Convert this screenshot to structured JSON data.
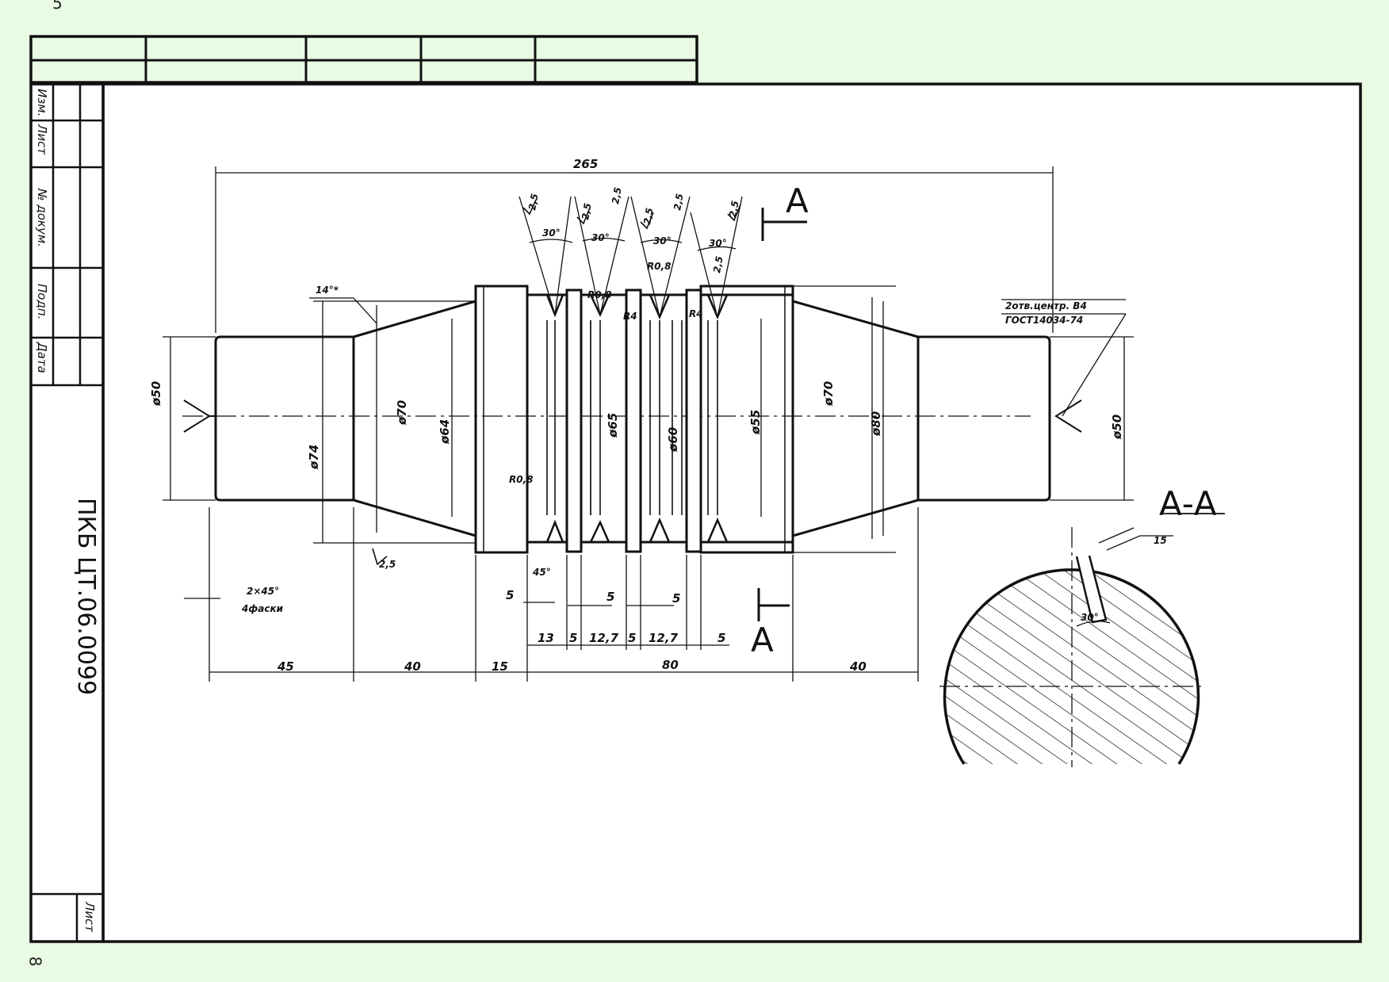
{
  "corner_marks": {
    "top": "5",
    "bottom": "8"
  },
  "side_strip": {
    "labels": [
      "Изм.",
      "Лист",
      "№ докум.",
      "Подп.",
      "Дата"
    ],
    "document_code": "ПКБ ЦТ.06.0099",
    "sheet_label": "Лист"
  },
  "drawing": {
    "dimensions": {
      "overall_length": "265",
      "seg_45": "45",
      "seg_40_left": "40",
      "seg_15": "15",
      "seg_80": "80",
      "seg_40_right": "40",
      "g_13": "13",
      "g_5a": "5",
      "g_12_7a": "12,7",
      "g_5b": "5",
      "g_12_7b": "12,7",
      "g_5c": "5",
      "g_5d": "5",
      "g_5e": "5",
      "g_5f": "5"
    },
    "diameters": {
      "d50_left": "ø50",
      "d74": "ø74",
      "d70_left": "ø70",
      "d64": "ø64",
      "d65": "ø65",
      "d60": "ø60",
      "d55": "ø55",
      "d70_right": "ø70",
      "d80": "ø80",
      "d50_right": "ø50"
    },
    "angles": [
      "30°",
      "30°",
      "30°",
      "30°"
    ],
    "radii": {
      "r08_a": "R0,8",
      "r08_b": "R0,8",
      "r08_c": "R0,8",
      "r4_a": "R4",
      "r4_b": "R4"
    },
    "roughness": [
      "2,5",
      "2,5",
      "2,5",
      "2,5",
      "2,5",
      "2,5",
      "2,5",
      "2,5"
    ],
    "notes": {
      "taper_label": "14°*",
      "chamfer_value": "2×45°",
      "chamfer_word": "4фаски",
      "chamfer_45": "45°",
      "centre_holes_line1": "2отв.центр. В4",
      "centre_holes_line2": "ГОСТ14034-74"
    },
    "section": {
      "cut_label_top": "А",
      "cut_label_bottom": "А",
      "title": "А-А",
      "keyway_width": "15",
      "keyway_angle": "30°"
    }
  }
}
